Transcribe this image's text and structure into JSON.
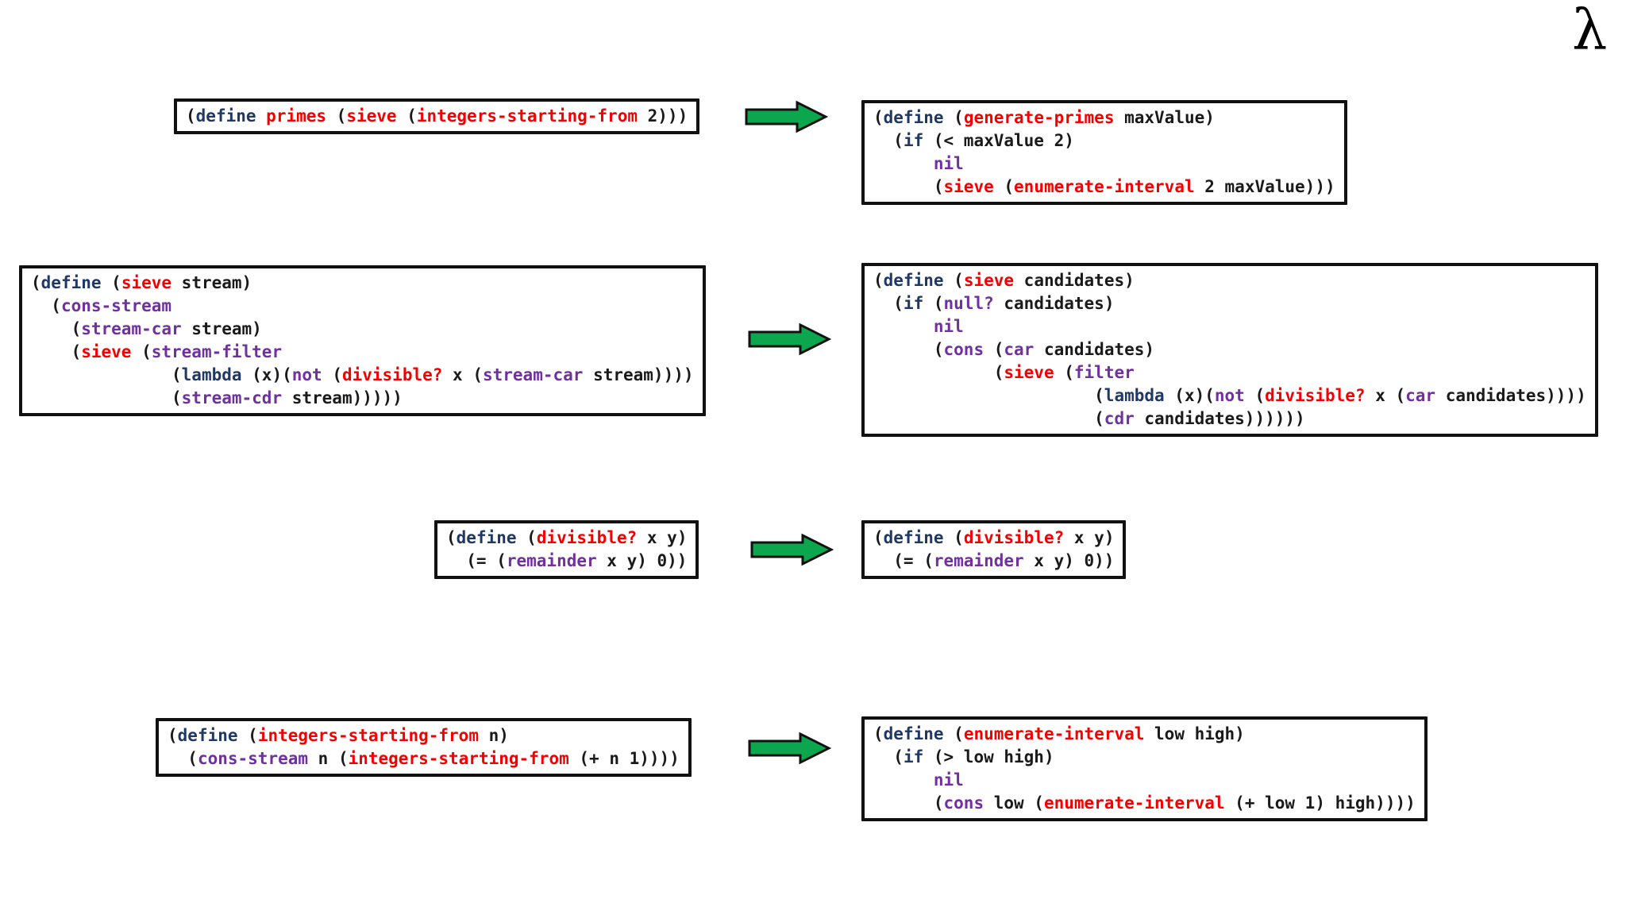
{
  "logo": {
    "symbol": "λ"
  },
  "colors": {
    "background": "#FFFFFF",
    "box_border": "#111111",
    "arrow_green": "#0CA64F",
    "arrow_outline": "#111111",
    "token_colors": {
      "k": "#1A1A1A",
      "b": "#1F3864",
      "r": "#F40000",
      "p": "#7030A0"
    }
  },
  "boxes": {
    "primes_stream": {
      "lines": [
        [
          {
            "t": "(",
            "c": "k"
          },
          {
            "t": "define",
            "c": "b"
          },
          {
            "t": " ",
            "c": "k"
          },
          {
            "t": "primes",
            "c": "r"
          },
          {
            "t": " (",
            "c": "k"
          },
          {
            "t": "sieve",
            "c": "r"
          },
          {
            "t": " (",
            "c": "k"
          },
          {
            "t": "integers-starting-from",
            "c": "r"
          },
          {
            "t": " 2)))",
            "c": "k"
          }
        ]
      ]
    },
    "generate_primes": {
      "lines": [
        [
          {
            "t": "(",
            "c": "k"
          },
          {
            "t": "define",
            "c": "b"
          },
          {
            "t": " (",
            "c": "k"
          },
          {
            "t": "generate-primes",
            "c": "r"
          },
          {
            "t": " maxValue)",
            "c": "k"
          }
        ],
        [
          {
            "t": "  (",
            "c": "k"
          },
          {
            "t": "if",
            "c": "b"
          },
          {
            "t": " (< maxValue 2)",
            "c": "k"
          }
        ],
        [
          {
            "t": "      ",
            "c": "k"
          },
          {
            "t": "nil",
            "c": "p"
          }
        ],
        [
          {
            "t": "      (",
            "c": "k"
          },
          {
            "t": "sieve",
            "c": "r"
          },
          {
            "t": " (",
            "c": "k"
          },
          {
            "t": "enumerate-interval",
            "c": "r"
          },
          {
            "t": " 2 maxValue)))",
            "c": "k"
          }
        ]
      ]
    },
    "sieve_stream": {
      "lines": [
        [
          {
            "t": "(",
            "c": "k"
          },
          {
            "t": "define",
            "c": "b"
          },
          {
            "t": " (",
            "c": "k"
          },
          {
            "t": "sieve",
            "c": "r"
          },
          {
            "t": " stream)",
            "c": "k"
          }
        ],
        [
          {
            "t": "  (",
            "c": "k"
          },
          {
            "t": "cons-stream",
            "c": "p"
          }
        ],
        [
          {
            "t": "    (",
            "c": "k"
          },
          {
            "t": "stream-car",
            "c": "p"
          },
          {
            "t": " stream)",
            "c": "k"
          }
        ],
        [
          {
            "t": "    (",
            "c": "k"
          },
          {
            "t": "sieve",
            "c": "r"
          },
          {
            "t": " (",
            "c": "k"
          },
          {
            "t": "stream-filter",
            "c": "p"
          }
        ],
        [
          {
            "t": "              (",
            "c": "k"
          },
          {
            "t": "lambda",
            "c": "b"
          },
          {
            "t": " (x)(",
            "c": "k"
          },
          {
            "t": "not",
            "c": "p"
          },
          {
            "t": " (",
            "c": "k"
          },
          {
            "t": "divisible?",
            "c": "r"
          },
          {
            "t": " x (",
            "c": "k"
          },
          {
            "t": "stream-car",
            "c": "p"
          },
          {
            "t": " stream))))",
            "c": "k"
          }
        ],
        [
          {
            "t": "              (",
            "c": "k"
          },
          {
            "t": "stream-cdr",
            "c": "p"
          },
          {
            "t": " stream)))))",
            "c": "k"
          }
        ]
      ]
    },
    "sieve_list": {
      "lines": [
        [
          {
            "t": "(",
            "c": "k"
          },
          {
            "t": "define",
            "c": "b"
          },
          {
            "t": " (",
            "c": "k"
          },
          {
            "t": "sieve",
            "c": "r"
          },
          {
            "t": " candidates)",
            "c": "k"
          }
        ],
        [
          {
            "t": "  (",
            "c": "k"
          },
          {
            "t": "if",
            "c": "b"
          },
          {
            "t": " (",
            "c": "k"
          },
          {
            "t": "null?",
            "c": "p"
          },
          {
            "t": " candidates)",
            "c": "k"
          }
        ],
        [
          {
            "t": "      ",
            "c": "k"
          },
          {
            "t": "nil",
            "c": "p"
          }
        ],
        [
          {
            "t": "      (",
            "c": "k"
          },
          {
            "t": "cons",
            "c": "p"
          },
          {
            "t": " (",
            "c": "k"
          },
          {
            "t": "car",
            "c": "p"
          },
          {
            "t": " candidates)",
            "c": "k"
          }
        ],
        [
          {
            "t": "            (",
            "c": "k"
          },
          {
            "t": "sieve",
            "c": "r"
          },
          {
            "t": " (",
            "c": "k"
          },
          {
            "t": "filter",
            "c": "p"
          }
        ],
        [
          {
            "t": "                      (",
            "c": "k"
          },
          {
            "t": "lambda",
            "c": "b"
          },
          {
            "t": " (x)(",
            "c": "k"
          },
          {
            "t": "not",
            "c": "p"
          },
          {
            "t": " (",
            "c": "k"
          },
          {
            "t": "divisible?",
            "c": "r"
          },
          {
            "t": " x (",
            "c": "k"
          },
          {
            "t": "car",
            "c": "p"
          },
          {
            "t": " candidates))))",
            "c": "k"
          }
        ],
        [
          {
            "t": "                      (",
            "c": "k"
          },
          {
            "t": "cdr",
            "c": "p"
          },
          {
            "t": " candidates))))))",
            "c": "k"
          }
        ]
      ]
    },
    "divisible_left": {
      "lines": [
        [
          {
            "t": "(",
            "c": "k"
          },
          {
            "t": "define",
            "c": "b"
          },
          {
            "t": " (",
            "c": "k"
          },
          {
            "t": "divisible?",
            "c": "r"
          },
          {
            "t": " x y)",
            "c": "k"
          }
        ],
        [
          {
            "t": "  (= (",
            "c": "k"
          },
          {
            "t": "remainder",
            "c": "p"
          },
          {
            "t": " x y) 0))",
            "c": "k"
          }
        ]
      ]
    },
    "divisible_right": {
      "lines": [
        [
          {
            "t": "(",
            "c": "k"
          },
          {
            "t": "define",
            "c": "b"
          },
          {
            "t": " (",
            "c": "k"
          },
          {
            "t": "divisible?",
            "c": "r"
          },
          {
            "t": " x y)",
            "c": "k"
          }
        ],
        [
          {
            "t": "  (= (",
            "c": "k"
          },
          {
            "t": "remainder",
            "c": "p"
          },
          {
            "t": " x y) 0))",
            "c": "k"
          }
        ]
      ]
    },
    "integers_starting_from": {
      "lines": [
        [
          {
            "t": "(",
            "c": "k"
          },
          {
            "t": "define",
            "c": "b"
          },
          {
            "t": " (",
            "c": "k"
          },
          {
            "t": "integers-starting-from",
            "c": "r"
          },
          {
            "t": " n)",
            "c": "k"
          }
        ],
        [
          {
            "t": "  (",
            "c": "k"
          },
          {
            "t": "cons-stream",
            "c": "p"
          },
          {
            "t": " n (",
            "c": "k"
          },
          {
            "t": "integers-starting-from",
            "c": "r"
          },
          {
            "t": " (+ n 1))))",
            "c": "k"
          }
        ]
      ]
    },
    "enumerate_interval": {
      "lines": [
        [
          {
            "t": "(",
            "c": "k"
          },
          {
            "t": "define",
            "c": "b"
          },
          {
            "t": " (",
            "c": "k"
          },
          {
            "t": "enumerate-interval",
            "c": "r"
          },
          {
            "t": " low high)",
            "c": "k"
          }
        ],
        [
          {
            "t": "  (",
            "c": "k"
          },
          {
            "t": "if",
            "c": "b"
          },
          {
            "t": " (> low high)",
            "c": "k"
          }
        ],
        [
          {
            "t": "      ",
            "c": "k"
          },
          {
            "t": "nil",
            "c": "p"
          }
        ],
        [
          {
            "t": "      (",
            "c": "k"
          },
          {
            "t": "cons",
            "c": "p"
          },
          {
            "t": " low (",
            "c": "k"
          },
          {
            "t": "enumerate-interval",
            "c": "r"
          },
          {
            "t": " (+ low 1) high))))",
            "c": "k"
          }
        ]
      ]
    }
  }
}
